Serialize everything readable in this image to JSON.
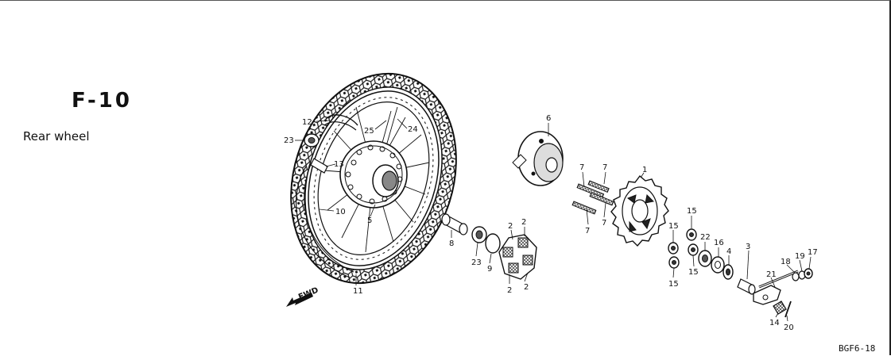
{
  "header": {
    "section_code": "F-10",
    "section_title": "Rear wheel"
  },
  "footer": {
    "drawing_code": "BGF6-18"
  },
  "diagram": {
    "direction_label": "FWD",
    "callouts": [
      {
        "id": "c12",
        "text": "12"
      },
      {
        "id": "c23a",
        "text": "23"
      },
      {
        "id": "c13",
        "text": "13"
      },
      {
        "id": "c25",
        "text": "25"
      },
      {
        "id": "c24",
        "text": "24"
      },
      {
        "id": "c10",
        "text": "10"
      },
      {
        "id": "c5",
        "text": "5"
      },
      {
        "id": "c11",
        "text": "11"
      },
      {
        "id": "c6",
        "text": "6"
      },
      {
        "id": "c8",
        "text": "8"
      },
      {
        "id": "c23b",
        "text": "23"
      },
      {
        "id": "c9",
        "text": "9"
      },
      {
        "id": "c2a",
        "text": "2"
      },
      {
        "id": "c2b",
        "text": "2"
      },
      {
        "id": "c2c",
        "text": "2"
      },
      {
        "id": "c2d",
        "text": "2"
      },
      {
        "id": "c7a",
        "text": "7"
      },
      {
        "id": "c7b",
        "text": "7"
      },
      {
        "id": "c7c",
        "text": "7"
      },
      {
        "id": "c7d",
        "text": "7"
      },
      {
        "id": "c1",
        "text": "1"
      },
      {
        "id": "c15a",
        "text": "15"
      },
      {
        "id": "c15b",
        "text": "15"
      },
      {
        "id": "c15c",
        "text": "15"
      },
      {
        "id": "c15d",
        "text": "15"
      },
      {
        "id": "c22",
        "text": "22"
      },
      {
        "id": "c16",
        "text": "16"
      },
      {
        "id": "c4",
        "text": "4"
      },
      {
        "id": "c3",
        "text": "3"
      },
      {
        "id": "c21",
        "text": "21"
      },
      {
        "id": "c18",
        "text": "18"
      },
      {
        "id": "c19",
        "text": "19"
      },
      {
        "id": "c17",
        "text": "17"
      },
      {
        "id": "c14",
        "text": "14"
      },
      {
        "id": "c20",
        "text": "20"
      }
    ]
  }
}
